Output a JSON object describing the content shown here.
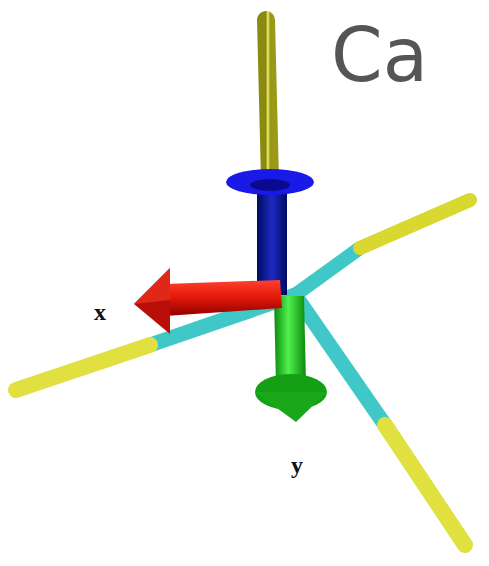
{
  "diagram": {
    "labels": [
      "Ca",
      "x",
      "y"
    ]
  }
}
